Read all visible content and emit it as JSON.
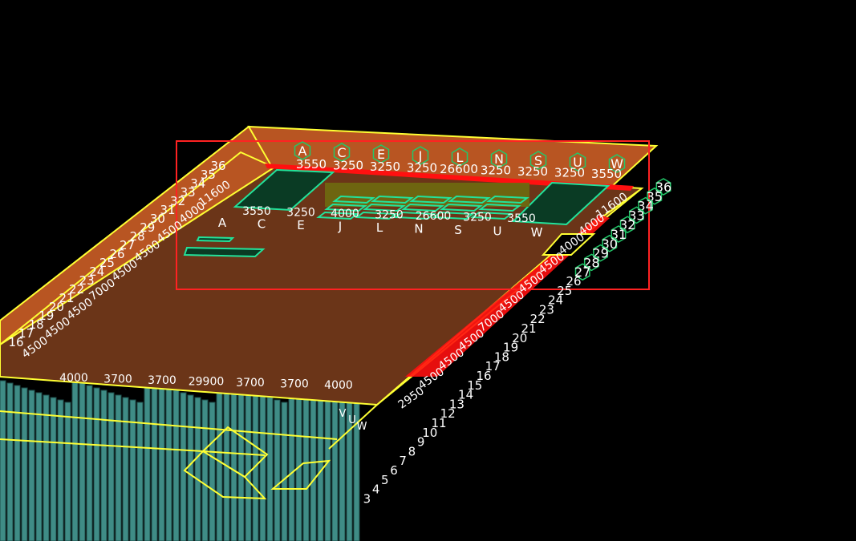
{
  "viewport": {
    "background": "#000000",
    "colors": {
      "slab": "#6b3518",
      "slab_far": "#b85522",
      "outline": "#ffff33",
      "selection": "#ff2222",
      "accent_red": "#ff1010",
      "core": "#0a3b24",
      "core_edge": "#22e39b",
      "columns": "#3f8c86",
      "columns_edge": "#1f4e4b",
      "grid_bubble": "#22c86a",
      "text": "#ffffff"
    }
  },
  "grid": {
    "top_letters": [
      "A",
      "C",
      "E",
      "J",
      "L",
      "N",
      "S",
      "U",
      "W"
    ],
    "top_dims": [
      "3550",
      "3250",
      "3250",
      "3250",
      "26600",
      "3250",
      "3250",
      "3250",
      "3550"
    ],
    "inner_letters": [
      "A",
      "C",
      "E",
      "J",
      "L",
      "N",
      "S",
      "U",
      "W"
    ],
    "inner_dims": [
      "3550",
      "3250",
      "4000",
      "3250",
      "26600",
      "3250",
      "3550"
    ],
    "right_numbers": [
      "36",
      "35",
      "34",
      "33",
      "32",
      "31",
      "30",
      "29",
      "28",
      "27",
      "26",
      "25",
      "24",
      "23",
      "22",
      "21",
      "20",
      "19",
      "18",
      "17",
      "16",
      "15",
      "14",
      "13",
      "12",
      "11",
      "10",
      "9",
      "8",
      "7",
      "6",
      "5",
      "4",
      "3"
    ],
    "left_numbers": [
      "36",
      "35",
      "34",
      "33",
      "32",
      "31",
      "30",
      "29",
      "28",
      "27",
      "26",
      "25",
      "24",
      "23",
      "22",
      "21",
      "20",
      "19",
      "18",
      "17",
      "16"
    ],
    "left_dims": [
      "11600",
      "4000",
      "4500",
      "4500",
      "4500",
      "7000",
      "4500",
      "4500",
      "4500"
    ],
    "right_dims": [
      "11600",
      "4000",
      "4000",
      "4500",
      "4500",
      "4500",
      "7000",
      "4500",
      "4500",
      "4500",
      "2950"
    ],
    "bottom_dims": [
      "4000",
      "3700",
      "3700",
      "29900",
      "3700",
      "3700",
      "4000"
    ],
    "bottom_letters": [
      "V",
      "U",
      "W"
    ]
  }
}
